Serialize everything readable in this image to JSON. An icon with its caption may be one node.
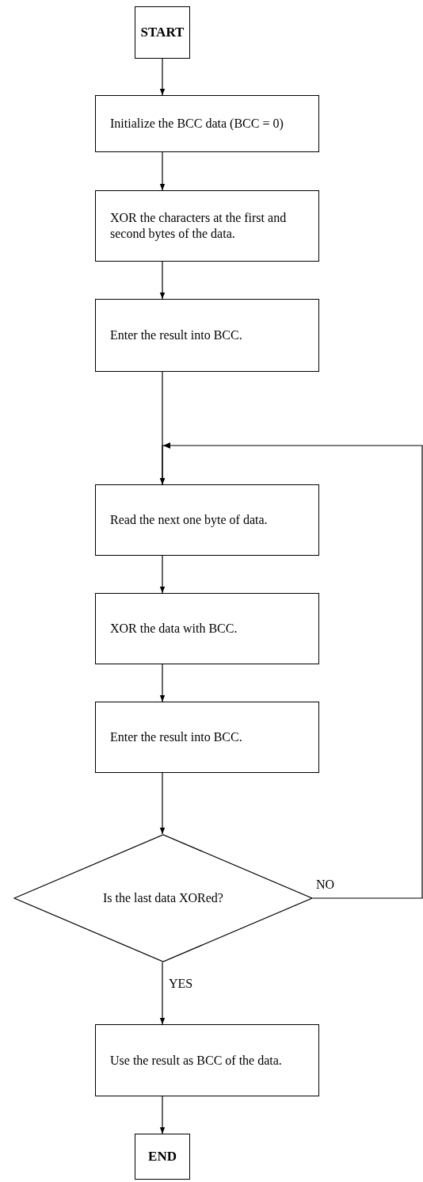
{
  "diagram": {
    "nodes": [
      {
        "text": [
          "START"
        ]
      },
      {
        "text": [
          "Initialize the BCC data (BCC = 0)"
        ]
      },
      {
        "text": [
          "XOR the characters at the first and second bytes of the data."
        ]
      },
      {
        "text": [
          "Enter the result into BCC."
        ]
      },
      {
        "text": [
          "Read the next one byte of data."
        ]
      },
      {
        "text": [
          "XOR the data with BCC."
        ]
      },
      {
        "text": [
          "Enter the result into BCC."
        ]
      },
      {
        "text": [
          "Is the last data XORed?"
        ]
      },
      {
        "text": [
          "Use the result as BCC of the data."
        ]
      },
      {
        "text": [
          "END"
        ]
      }
    ],
    "edges": [
      {
        "from": 0,
        "to": 1,
        "arrow": "to"
      },
      {
        "from": 1,
        "to": 2,
        "arrow": "to"
      },
      {
        "from": 2,
        "to": 3,
        "arrow": "to"
      },
      {
        "from": 3,
        "to": 4,
        "arrow": "to"
      },
      {
        "from": 4,
        "to": 5,
        "arrow": "to"
      },
      {
        "from": 5,
        "to": 6,
        "arrow": "to"
      },
      {
        "from": 6,
        "to": 7,
        "arrow": "to"
      },
      {
        "from": 7,
        "to": 8,
        "arrow": "to",
        "label": "YES"
      },
      {
        "from": 7,
        "to": 4,
        "arrow": "to",
        "label": "NO"
      },
      {
        "from": 8,
        "to": 9,
        "arrow": "to"
      }
    ]
  }
}
